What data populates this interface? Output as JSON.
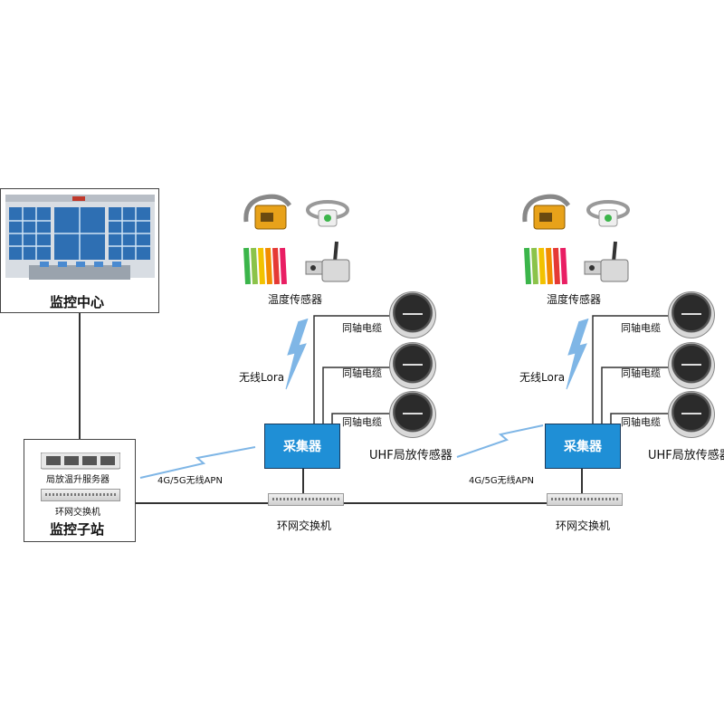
{
  "monitor_center": {
    "label": "监控中心"
  },
  "substation": {
    "label": "监控子站",
    "server_label": "局放温升服务器",
    "switch_label": "环网交换机"
  },
  "wireless_apn_label": "4G/5G无线APN",
  "units": [
    {
      "temp_sensor_label": "温度传感器",
      "lora_label": "无线Lora",
      "cable_labels": [
        "同轴电缆",
        "同轴电缆",
        "同轴电缆"
      ],
      "collector_label": "采集器",
      "uhf_label": "UHF局放传感器",
      "ring_switch_label": "环网交换机",
      "apn_label": "4G/5G无线APN"
    },
    {
      "temp_sensor_label": "温度传感器",
      "lora_label": "无线Lora",
      "cable_labels": [
        "同轴电缆",
        "同轴电缆",
        "同轴电缆"
      ],
      "collector_label": "采集器",
      "uhf_label": "UHF局放传感器",
      "ring_switch_label": "环网交换机",
      "apn_label": "4G/5G无线APN"
    }
  ],
  "colors": {
    "collector": "#1f8fd6",
    "lightning": "#7fb6e6",
    "line": "#333333"
  },
  "icons": [
    "building-icon",
    "server-icon",
    "switch-icon",
    "clamp-sensor-icon",
    "band-sensor-icon",
    "color-tag-sensors-icon",
    "antenna-sensor-icon",
    "uhf-sensor-icon",
    "lightning-wireless-icon"
  ]
}
